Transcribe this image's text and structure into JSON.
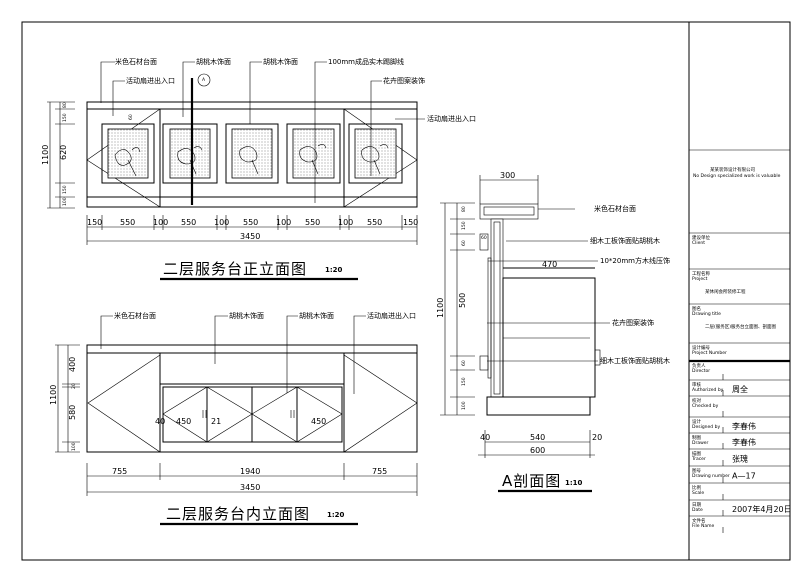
{
  "front_elevation": {
    "title": "二层服务台正立面图",
    "scale": "1:20",
    "labels": [
      "米色石材台面",
      "活动扇进出入口",
      "胡桃木饰面",
      "胡桃木饰面",
      "100mm成品实木踢脚线",
      "花卉图案装饰",
      "活动扇进出入口"
    ],
    "section_marker": "A",
    "panel_dim": "60",
    "width_dims": [
      "150",
      "550",
      "100",
      "550",
      "100",
      "550",
      "100",
      "550",
      "100",
      "550",
      "150"
    ],
    "total_width": "3450",
    "height_dims": [
      "80",
      "150",
      "620",
      "150",
      "100"
    ],
    "total_height": "1100"
  },
  "inner_elevation": {
    "title": "二层服务台内立面图",
    "scale": "1:20",
    "labels": [
      "米色石材台面",
      "胡桃木饰面",
      "胡桃木饰面",
      "活动扇进出入口"
    ],
    "width_dims": [
      "755",
      "1940",
      "755"
    ],
    "total_width": "3450",
    "door_dims": [
      "40",
      "450",
      "21",
      "450"
    ],
    "height_dims": [
      "400",
      "20",
      "580",
      "100"
    ],
    "total_height": "1100"
  },
  "section_a": {
    "title": "A剖面图",
    "scale": "1:10",
    "labels": [
      "米色石材台面",
      "细木工板饰面贴胡桃木",
      "10*20mm方木线压饰",
      "花卉图案装饰",
      "细木工板饰面贴胡桃木"
    ],
    "top_dim": "300",
    "inner_dim": "470",
    "small_dim": "60",
    "bottom_dims": [
      "40",
      "540",
      "20"
    ],
    "total_width": "600",
    "height_dims": [
      "80",
      "150",
      "60",
      "500",
      "60",
      "150",
      "100"
    ],
    "total_height": "1100"
  },
  "title_block": {
    "company": "某某装饰设计有限公司",
    "company_en": "No Design specialized work is valuable",
    "rows": [
      {
        "label": "建设单位",
        "label_en": "Client",
        "value": ""
      },
      {
        "label": "工程名称",
        "label_en": "Project",
        "value": "某休闲会所装修工程"
      },
      {
        "label": "图名",
        "label_en": "Drawing title",
        "value": "二层(服务区)服务台立面图、剖面图"
      },
      {
        "label": "设计编号",
        "label_en": "Project Number",
        "value": ""
      },
      {
        "label": "负责人",
        "label_en": "Director",
        "value": ""
      },
      {
        "label": "审核",
        "label_en": "Authorized by",
        "value": "周全"
      },
      {
        "label": "校对",
        "label_en": "Checked by",
        "value": ""
      },
      {
        "label": "设计",
        "label_en": "Designed by",
        "value": "李春伟"
      },
      {
        "label": "制图",
        "label_en": "Drawer",
        "value": "李春伟"
      },
      {
        "label": "描图",
        "label_en": "Tracer",
        "value": "张瑰"
      },
      {
        "label": "图号",
        "label_en": "Drawing number",
        "value": "A—17"
      },
      {
        "label": "比例",
        "label_en": "Scale",
        "value": ""
      },
      {
        "label": "日期",
        "label_en": "Date",
        "value": "2007年4月20日"
      },
      {
        "label": "文件名",
        "label_en": "File Name",
        "value": ""
      }
    ]
  }
}
